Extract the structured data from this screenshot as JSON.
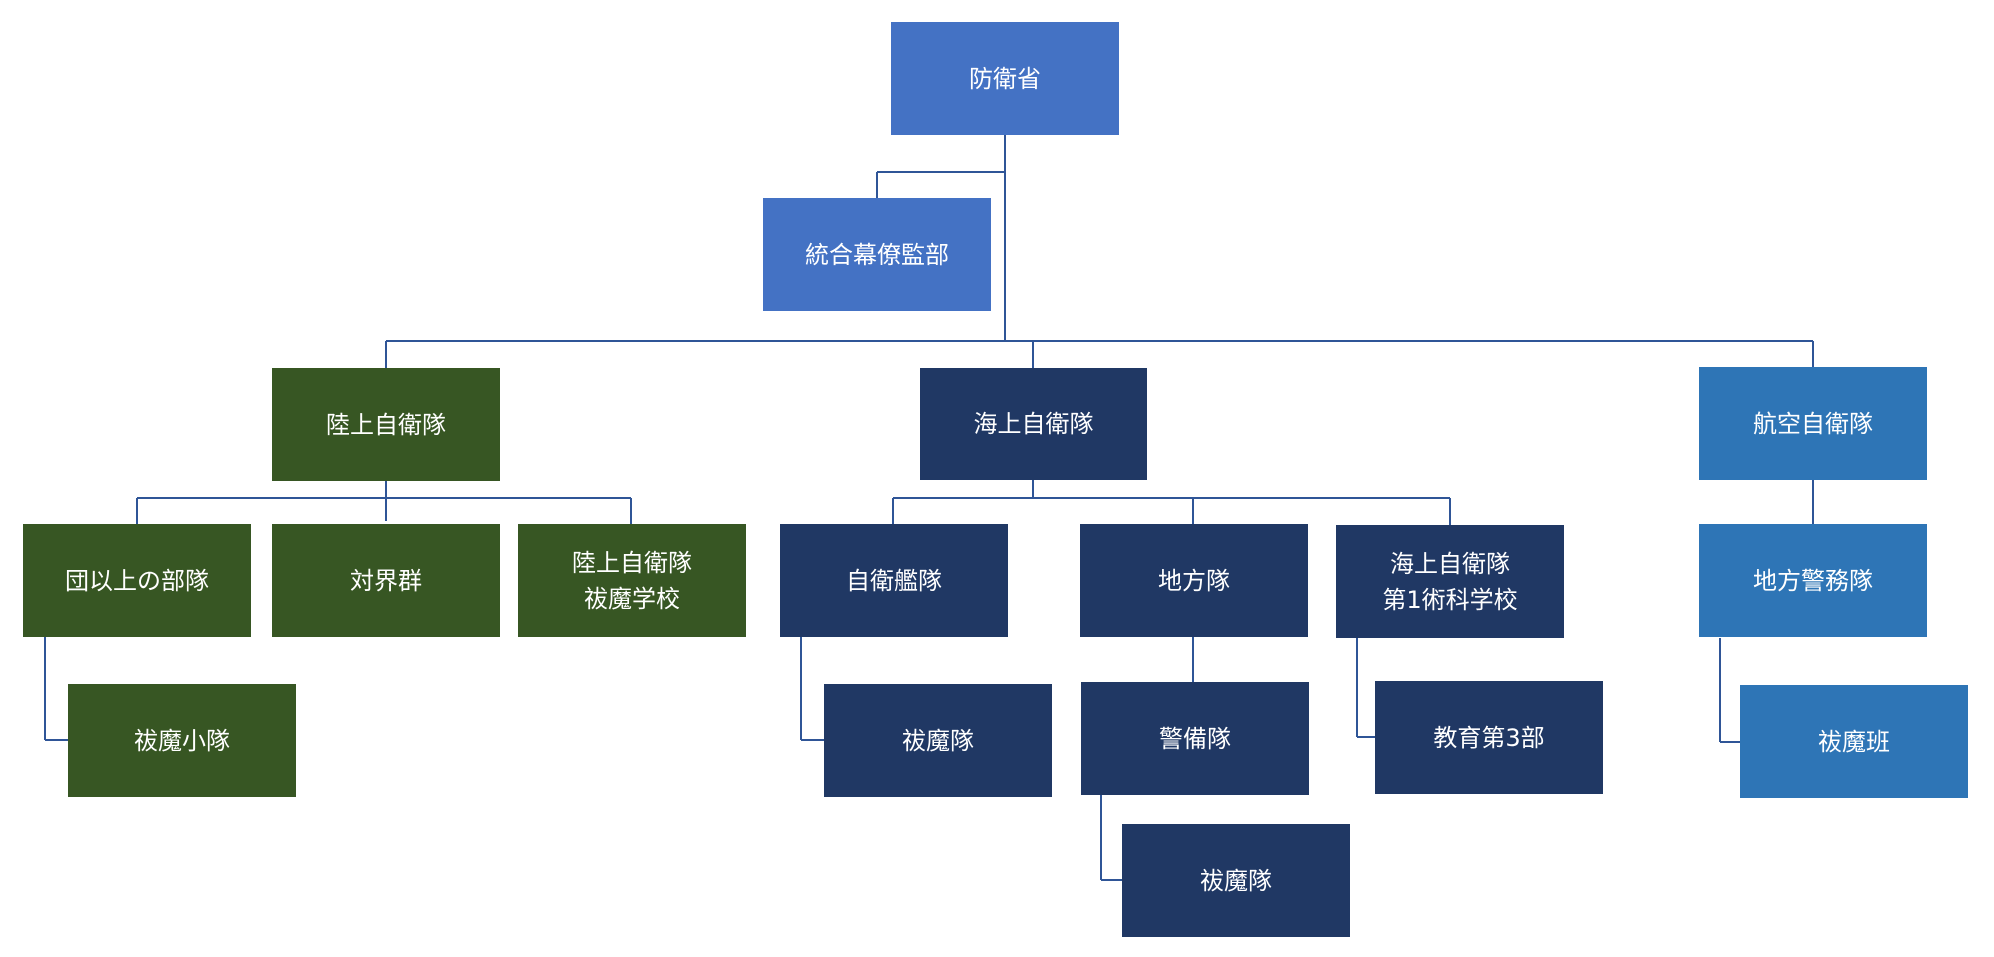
{
  "org_chart": {
    "nodes": {
      "mod": {
        "label": "防衛省",
        "color": "#4472C4"
      },
      "joint_staff": {
        "label": "統合幕僚監部",
        "color": "#4472C4"
      },
      "gsdf": {
        "label": "陸上自衛隊",
        "color": "#375623"
      },
      "msdf": {
        "label": "海上自衛隊",
        "color": "#203864"
      },
      "asdf": {
        "label": "航空自衛隊",
        "color": "#2E75B6"
      },
      "gsdf_units": {
        "label": "団以上の部隊",
        "color": "#375623"
      },
      "gsdf_taikai": {
        "label": "対界群",
        "color": "#375623"
      },
      "gsdf_school": {
        "label": "陸上自衛隊",
        "label2": "祓魔学校",
        "color": "#375623"
      },
      "gsdf_platoon": {
        "label": "祓魔小隊",
        "color": "#375623"
      },
      "msdf_fleet": {
        "label": "自衛艦隊",
        "color": "#203864"
      },
      "msdf_district": {
        "label": "地方隊",
        "color": "#203864"
      },
      "msdf_school": {
        "label": "海上自衛隊",
        "label2": "第1術科学校",
        "color": "#203864"
      },
      "msdf_fleet_unit": {
        "label": "祓魔隊",
        "color": "#203864"
      },
      "msdf_guard": {
        "label": "警備隊",
        "color": "#203864"
      },
      "msdf_guard_unit": {
        "label": "祓魔隊",
        "color": "#203864"
      },
      "msdf_edu3": {
        "label": "教育第3部",
        "color": "#203864"
      },
      "asdf_police": {
        "label": "地方警務隊",
        "color": "#2E75B6"
      },
      "asdf_squad": {
        "label": "祓魔班",
        "color": "#2E75B6"
      }
    }
  }
}
